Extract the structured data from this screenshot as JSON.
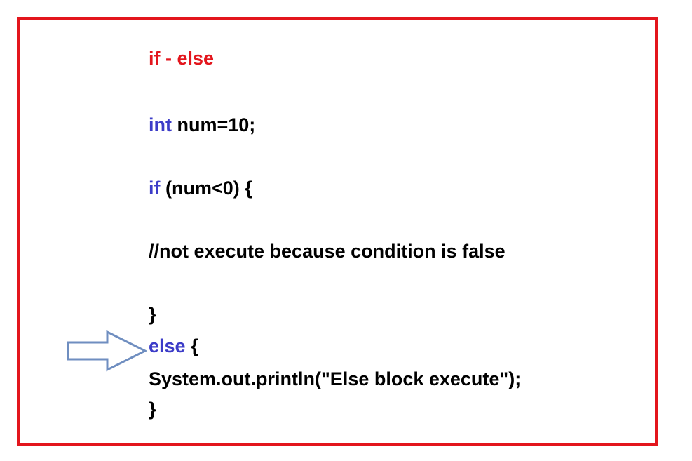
{
  "title": "if - else",
  "colors": {
    "border": "#e3161d",
    "title": "#e3161d",
    "keyword": "#3c3cc8",
    "text": "#000000",
    "arrow_stroke": "#6f8ec0"
  },
  "code": {
    "line_int_kw": "int",
    "line_int_rest": " num=10;",
    "line_if_kw": "if",
    "line_if_rest": " (num<0) {",
    "line_comment": "//not execute because condition is false",
    "line_if_close": "}",
    "line_else_kw": "else",
    "line_else_rest": " {",
    "line_print": "System.out.println(\"Else block execute\");",
    "line_else_close": "}"
  },
  "arrow_icon": "right-arrow-icon"
}
